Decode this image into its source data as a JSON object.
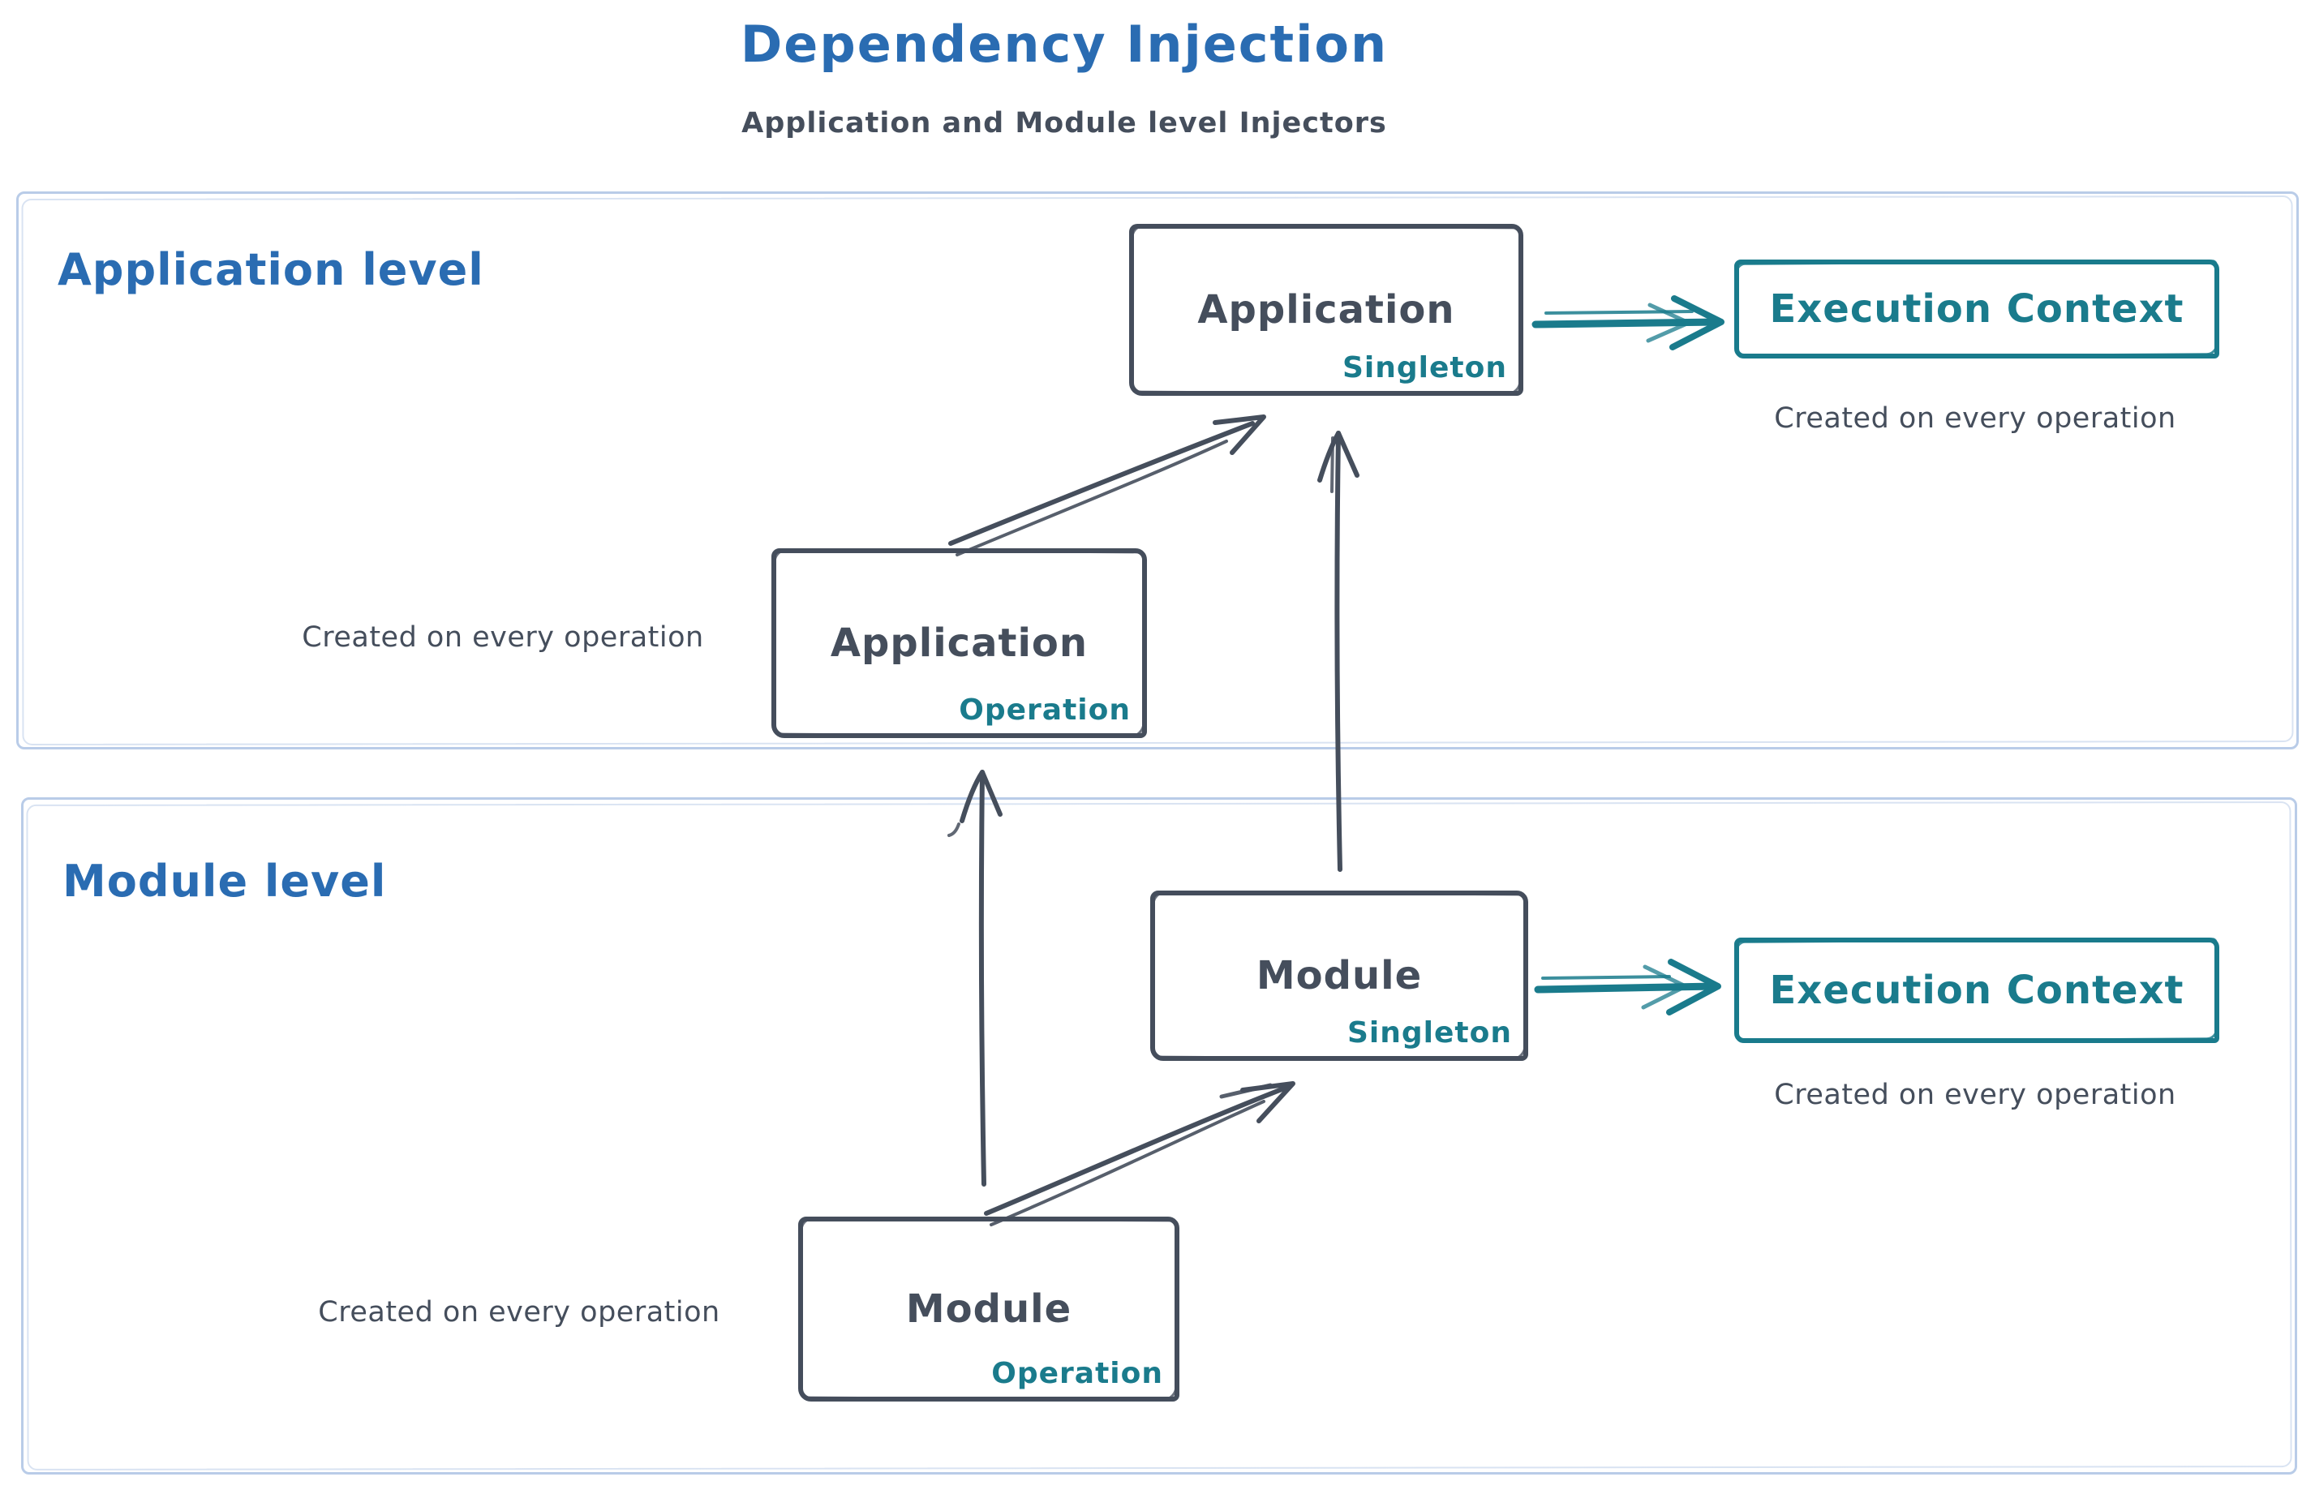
{
  "title": "Dependency Injection",
  "subtitle": "Application and Module level Injectors",
  "colors": {
    "accent_blue": "#2a6cb2",
    "teal": "#1a7b8c",
    "stroke_dark": "#454e5c",
    "container_border": "#b9cce8"
  },
  "sections": {
    "application": {
      "label": "Application level",
      "singleton_box": {
        "title": "Application",
        "badge": "Singleton"
      },
      "operation_box": {
        "title": "Application",
        "badge": "Operation"
      },
      "operation_note": "Created on every operation",
      "execution_context": {
        "label": "Execution Context",
        "note": "Created on every operation"
      }
    },
    "module": {
      "label": "Module level",
      "singleton_box": {
        "title": "Module",
        "badge": "Singleton"
      },
      "operation_box": {
        "title": "Module",
        "badge": "Operation"
      },
      "operation_note": "Created on every operation",
      "execution_context": {
        "label": "Execution Context",
        "note": "Created on every operation"
      }
    }
  }
}
